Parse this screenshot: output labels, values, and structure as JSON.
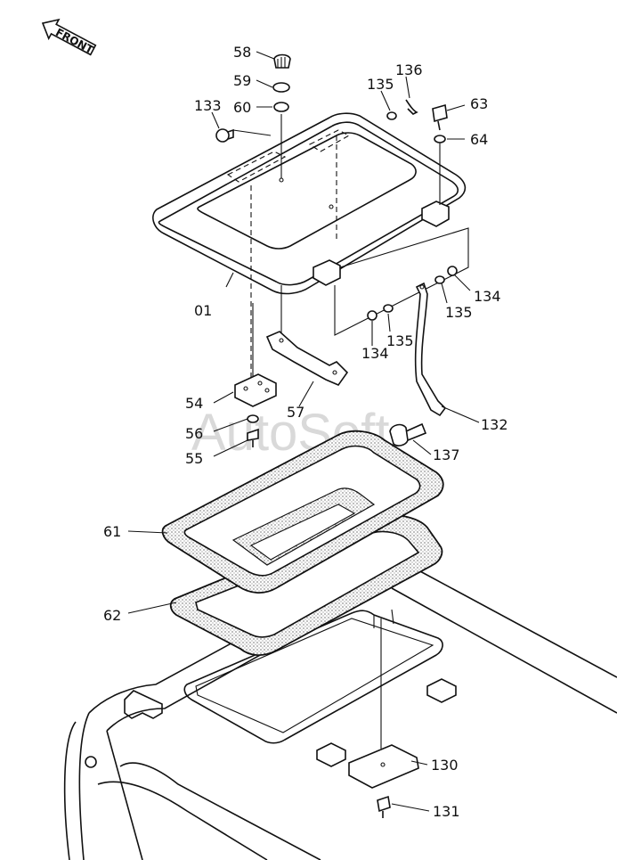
{
  "orientation": {
    "front_label": "FRONT"
  },
  "watermark": "AutoSoft",
  "callouts": [
    {
      "id": "58",
      "text": "58"
    },
    {
      "id": "59",
      "text": "59"
    },
    {
      "id": "60",
      "text": "60"
    },
    {
      "id": "133",
      "text": "133"
    },
    {
      "id": "135a",
      "text": "135"
    },
    {
      "id": "136",
      "text": "136"
    },
    {
      "id": "63",
      "text": "63"
    },
    {
      "id": "64",
      "text": "64"
    },
    {
      "id": "01",
      "text": "01"
    },
    {
      "id": "134a",
      "text": "134"
    },
    {
      "id": "135b",
      "text": "135"
    },
    {
      "id": "135c",
      "text": "135"
    },
    {
      "id": "134b",
      "text": "134"
    },
    {
      "id": "54",
      "text": "54"
    },
    {
      "id": "57",
      "text": "57"
    },
    {
      "id": "56",
      "text": "56"
    },
    {
      "id": "55",
      "text": "55"
    },
    {
      "id": "132",
      "text": "132"
    },
    {
      "id": "137",
      "text": "137"
    },
    {
      "id": "61",
      "text": "61"
    },
    {
      "id": "62",
      "text": "62"
    },
    {
      "id": "130",
      "text": "130"
    },
    {
      "id": "131",
      "text": "131"
    }
  ]
}
